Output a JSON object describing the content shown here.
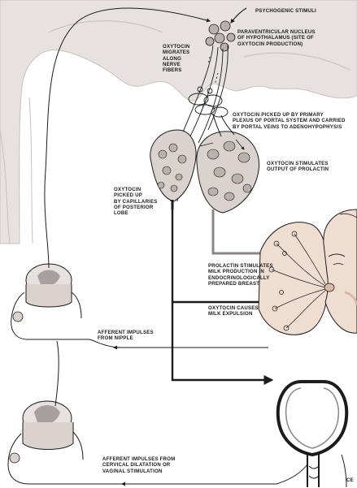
{
  "labels": {
    "psychogenic_stimuli": "PSYCHOGENIC STIMULI",
    "paraventricular_nucleus": "PARAVENTRICULAR NUCLEUS\nOF HYPOTHALAMUS (SITE OF\nOXYTOCIN PRODUCTION)",
    "oxytocin_migrates": "OXYTOCIN\nMIGRATES\nALONG\nNERVE\nFIBERS",
    "oxytocin_picked_up_primary": "OXYTOCIN PICKED UP BY PRIMARY\nPLEXUS OF PORTAL SYSTEM AND CARRIED\nBY PORTAL VEINS TO ADENOHYPOPHYSIS",
    "oxytocin_stimulates_output": "OXYTOCIN STIMULATES\nOUTPUT OF PROLACTIN",
    "oxytocin_picked_up_capillaries": "OXYTOCIN\nPICKED UP\nBY CAPILLARIES\nOF POSTERIOR\nLOBE",
    "prolactin_stimulates": "PROLACTIN STIMULATES\nMILK PRODUCTION IN\nENDOCRINOLOGICALLY\nPREPARED BREAST",
    "oxytocin_causes": "OXYTOCIN CAUSES\nMILK EXPULSION",
    "afferent_nipple": "AFFERENT IMPULSES\nFROM NIPPLE",
    "afferent_cervical": "AFFERENT IMPULSES FROM\nCERVICAL DILATATION OR\nVAGINAL STIMULATION",
    "corner_fragment": "CE"
  },
  "colors": {
    "ink": "#1d1b1b",
    "brain": "#e7e2df",
    "brain_shadow": "#c9c2be",
    "gland_fill": "#d9d2cf",
    "cell": "#b9b1ad",
    "skin": "#f0ddd2",
    "skin_shadow": "#d9b8a8",
    "cord_gray": "#8b8585"
  }
}
